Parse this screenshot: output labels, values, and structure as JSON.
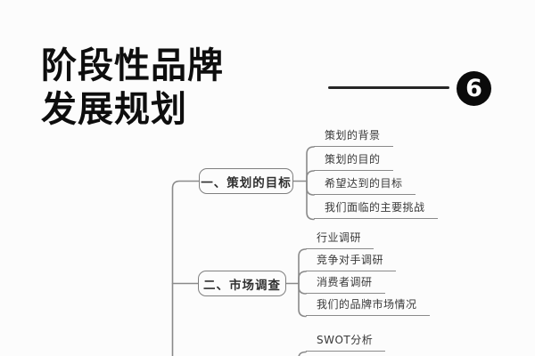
{
  "header": {
    "title_line1": "阶段性品牌",
    "title_line2": "发展规划",
    "badge_number": "6"
  },
  "mindmap": {
    "branches": [
      {
        "label": "一、策划的目标",
        "children": [
          "策划的背景",
          "策划的目的",
          "希望达到的目标",
          "我们面临的主要挑战"
        ]
      },
      {
        "label": "二、市场调查",
        "children": [
          "行业调研",
          "竞争对手调研",
          "消费者调研",
          "我们的品牌市场情况"
        ]
      },
      {
        "label": "",
        "children": [
          "SWOT分析"
        ]
      }
    ]
  },
  "colors": {
    "background": "#fcfcfc",
    "title_text": "#0e0e0e",
    "badge_background": "#0b0b0b",
    "badge_text": "#ffffff",
    "connector_line": "#8a8a8a",
    "node_border": "#7f7f7f",
    "node_text": "#2f2f2f",
    "leaf_text": "#383838"
  },
  "icons": {
    "badge": "circled-number-6"
  }
}
